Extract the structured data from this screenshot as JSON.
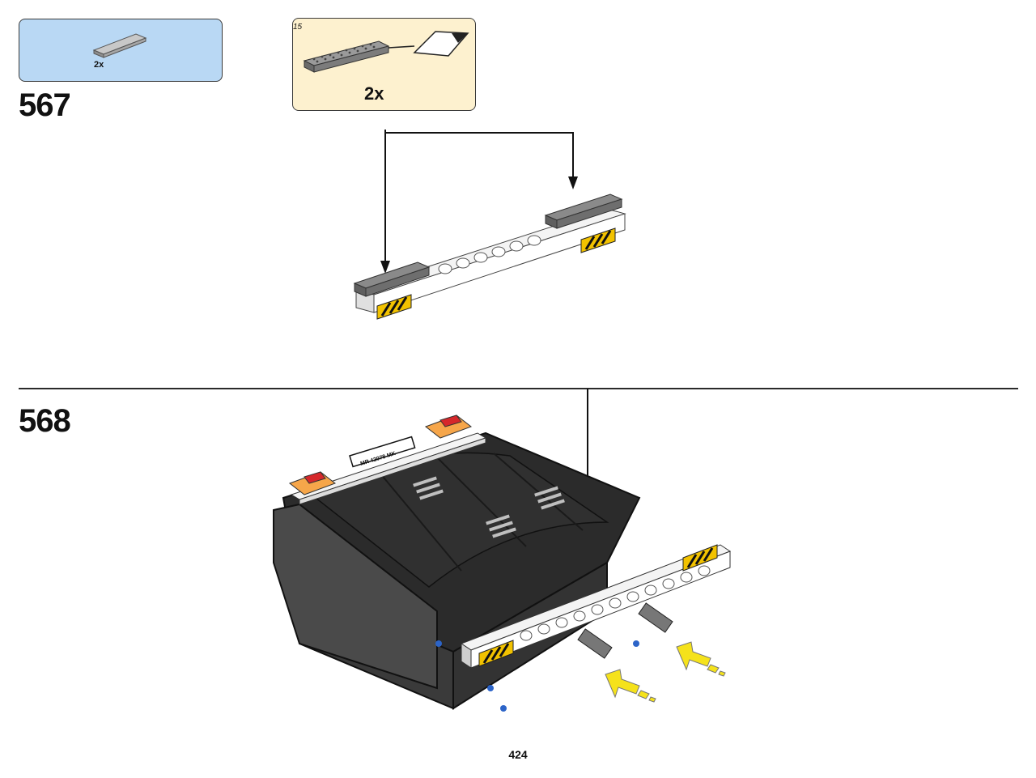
{
  "steps": [
    {
      "number": "567",
      "parts_callout": {
        "quantity": "2x",
        "part": "gray-tile-icon"
      },
      "subassembly_callout": {
        "quantity": "2x",
        "sticker_number": "15"
      }
    },
    {
      "number": "568",
      "sticker_text": "MR 42078 MK"
    }
  ],
  "page_number": "424",
  "colors": {
    "parts_box_bg": "#b9d8f4",
    "subassembly_box_bg": "#fdf1cf",
    "beam_white": "#f4f4f4",
    "chassis_dark": "#2b2b2b",
    "arrow_yellow": "#f5e21b",
    "hazard_yellow": "#f2c200",
    "light_orange": "#f6a64a",
    "light_red": "#d6282b"
  }
}
